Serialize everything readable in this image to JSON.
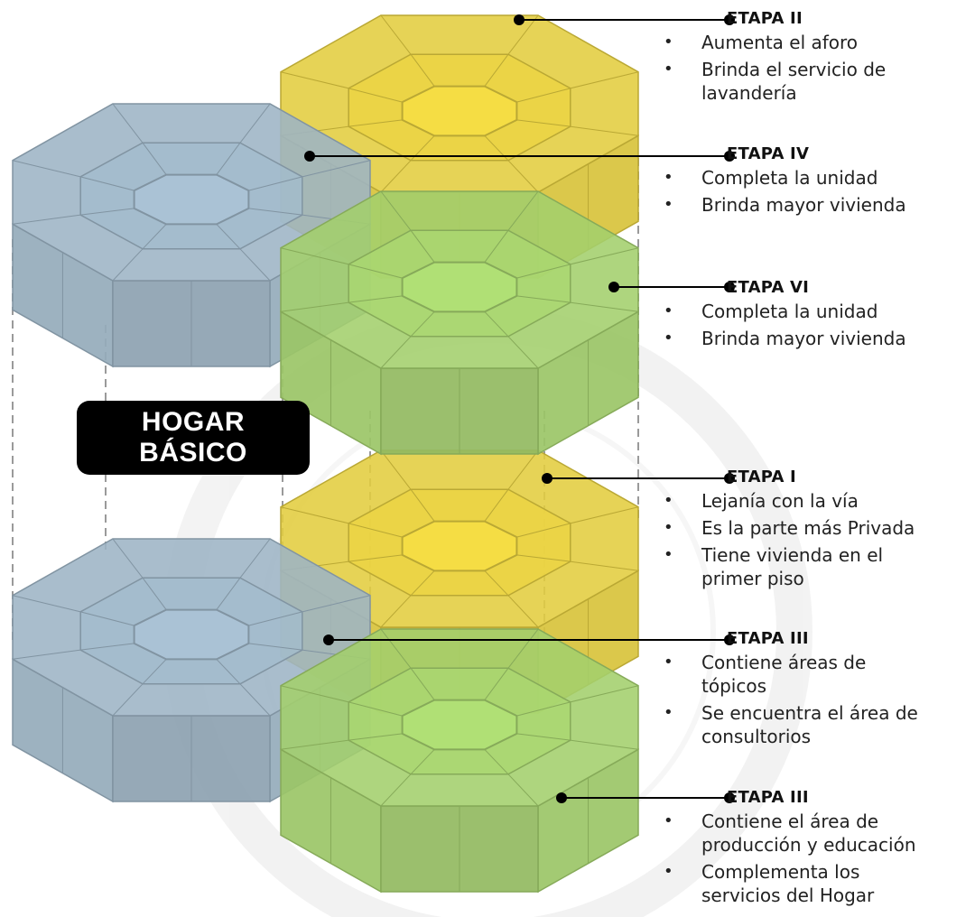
{
  "colors": {
    "blue": "#9db4c5",
    "yellow": "#e3cd3f",
    "green": "#a3cf6c",
    "watermark": "#dcdcdc",
    "text": "#1a1a1a",
    "badge": "#000000"
  },
  "badge": {
    "line1": "HOGAR",
    "line2": "BÁSICO"
  },
  "stages": [
    {
      "title": "ETAPA II",
      "bullets": [
        "Aumenta el aforo",
        "Brinda el servicio de lavandería"
      ]
    },
    {
      "title": "ETAPA IV",
      "bullets": [
        "Completa la unidad",
        "Brinda mayor vivienda"
      ]
    },
    {
      "title": "ETAPA VI",
      "bullets": [
        "Completa la unidad",
        "Brinda mayor vivienda"
      ]
    },
    {
      "title": "ETAPA I",
      "bullets": [
        "Lejanía con la vía",
        "Es la parte más Privada",
        "Tiene vivienda en el primer piso"
      ]
    },
    {
      "title": "ETAPA III",
      "bullets": [
        "Contiene áreas de tópicos",
        "Se encuentra el área de consultorios"
      ]
    },
    {
      "title": "ETAPA III",
      "bullets": [
        "Contiene el área de producción y educación",
        "Complementa los servicios del Hogar"
      ]
    }
  ]
}
